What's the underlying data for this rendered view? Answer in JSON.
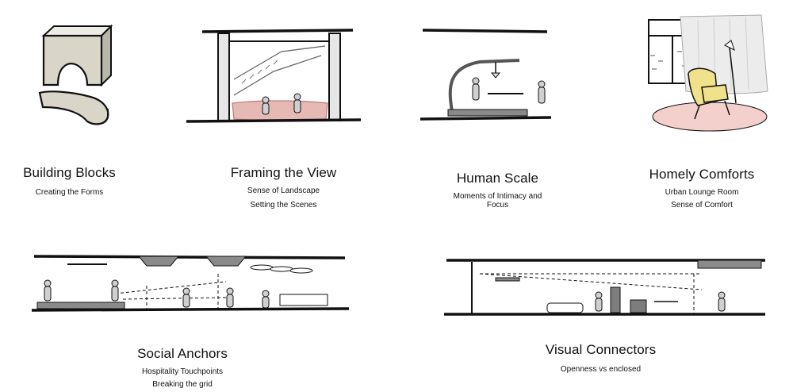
{
  "panels": [
    {
      "title": "Building Blocks",
      "subtitle": "Creating the Forms"
    },
    {
      "title": "Framing the View",
      "lines": [
        "Sense of Landscape",
        "Setting the Scenes"
      ]
    },
    {
      "title": "Human Scale",
      "lines": [
        "Moments of Intimacy and",
        "Focus"
      ]
    },
    {
      "title": "Homely Comforts",
      "lines": [
        "Urban Lounge Room",
        "Sense of Comfort"
      ]
    },
    {
      "title": "Social Anchors",
      "lines": [
        "Hospitality Touchpoints",
        "Breaking the grid"
      ]
    },
    {
      "title": "Visual Connectors",
      "subtitle": "Openness vs enclosed"
    }
  ],
  "colors": {
    "ink": "#111111",
    "block": "#d9d5c8",
    "pink": "#e7b9b5",
    "pink_dark": "#b77a7c",
    "rug": "#f3d0cc",
    "chair": "#f0e28a",
    "gray": "#7d7d7d",
    "curtain": "#e8e8e8"
  }
}
